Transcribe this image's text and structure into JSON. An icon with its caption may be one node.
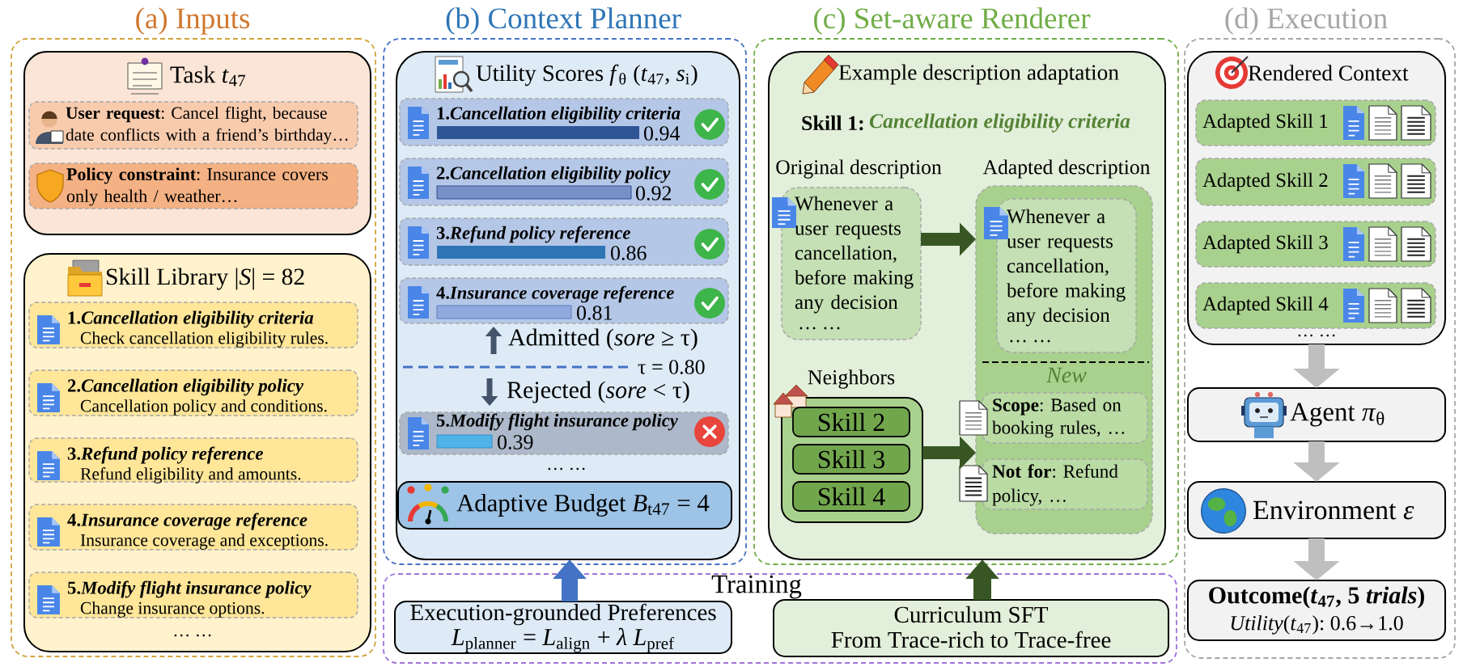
{
  "diagram": {
    "nodes": [
      {
        "text": [
          "(a) Inputs"
        ]
      },
      {
        "text": [
          "Task *t*$_{47}$"
        ],
        "in": 0
      },
      {
        "text": [
          "**User request**: Cancel flight, because date conflicts with a friend’s birthday…"
        ],
        "in": 1
      },
      {
        "text": [
          "**Policy constraint**: Insurance covers only health / weather…"
        ],
        "in": 1
      },
      {
        "text": [
          "Skill Library |*S*| = 82",
          "… …"
        ],
        "in": 0
      },
      {
        "text": [
          "1.*Cancellation eligibility criteria*",
          "Check cancellation eligibility rules."
        ],
        "in": 4
      },
      {
        "text": [
          "2.*Cancellation eligibility policy*",
          "Cancellation policy and conditions."
        ],
        "in": 4
      },
      {
        "text": [
          "3.*Refund policy reference*",
          "Refund eligibility and amounts."
        ],
        "in": 4
      },
      {
        "text": [
          "4.*Insurance coverage reference*",
          "Insurance coverage and exceptions."
        ],
        "in": 4
      },
      {
        "text": [
          "5.*Modify flight insurance policy*",
          "Change insurance options."
        ],
        "in": 4
      },
      {
        "text": [
          "(b) Context Planner"
        ]
      },
      {
        "text": [
          "Utility Scores *f*$_{θ}$ (*t*$_{47}$, *s*$_{i}$)",
          "… …"
        ],
        "in": 10
      },
      {
        "text": [
          "1.*Cancellation eligibility criteria*",
          "0.94"
        ],
        "in": 11
      },
      {
        "text": [
          "2.*Cancellation eligibility policy*",
          "0.92"
        ],
        "in": 11
      },
      {
        "text": [
          "3.*Refund policy reference*",
          "0.86"
        ],
        "in": 11
      },
      {
        "text": [
          "4.*Insurance coverage reference*",
          "0.81"
        ],
        "in": 11
      },
      {
        "text": [
          "5.*Modify flight insurance policy*",
          "0.39"
        ],
        "in": 11
      },
      {
        "text": [
          "Adaptive Budget *B*$_{t47}$ = 4"
        ],
        "in": 11
      },
      {
        "text": [
          "(c) Set-aware Renderer"
        ]
      },
      {
        "text": [
          "Example description adaptation",
          "Skill 1:",
          "Cancellation eligibility criteria"
        ],
        "in": 18
      },
      {
        "text": [
          "Original description",
          "Whenever a user requests cancellation, before making any decision",
          "… …"
        ],
        "in": 19
      },
      {
        "text": [
          "Adapted description",
          "New"
        ],
        "in": 19
      },
      {
        "text": [
          "Whenever a user requests cancellation, before making any decision",
          "… …"
        ],
        "in": 21
      },
      {
        "text": [
          "**Scope**: Based on booking rules, …"
        ],
        "in": 21
      },
      {
        "text": [
          "**Not for**: Refund policy, …"
        ],
        "in": 21
      },
      {
        "text": [
          "Neighbors"
        ],
        "in": 19
      },
      {
        "text": [
          "Skill 2"
        ],
        "in": 25
      },
      {
        "text": [
          "Skill 3"
        ],
        "in": 25
      },
      {
        "text": [
          "Skill 4"
        ],
        "in": 25
      },
      {
        "text": [
          "(d) Execution"
        ]
      },
      {
        "text": [
          "Rendered Context",
          "… …"
        ],
        "in": 29
      },
      {
        "text": [
          "Adapted Skill 1"
        ],
        "in": 30
      },
      {
        "text": [
          "Adapted Skill 2"
        ],
        "in": 30
      },
      {
        "text": [
          "Adapted Skill 3"
        ],
        "in": 30
      },
      {
        "text": [
          "Adapted Skill 4"
        ],
        "in": 30
      },
      {
        "text": [
          "Agent *π*$_{θ}$"
        ],
        "in": 29
      },
      {
        "text": [
          "Environment *ε*"
        ],
        "in": 29
      },
      {
        "text": [
          "Outcome(*t*$_{47}$, 5 *trials*)",
          "*Utility*(*t*$_{47}$): 0.6→1.0"
        ],
        "in": 29
      },
      {
        "text": [
          "Training"
        ]
      },
      {
        "text": [
          "Execution-grounded Preferences",
          "*L*$_{planner}$ = *L*$_{align}$ + *λ* *L*$_{pref}$"
        ],
        "in": 38
      },
      {
        "text": [
          "Curriculum SFT",
          "From Trace-rich to Trace-free"
        ],
        "in": 38
      }
    ],
    "edges": [
      {
        "from": 39,
        "to": 11,
        "arrow": "to",
        "color": "#4472c4"
      },
      {
        "from": 20,
        "to": 21,
        "arrow": "to",
        "color": "#375623"
      },
      {
        "from": 25,
        "to": 21,
        "arrow": "to",
        "color": "#375623"
      },
      {
        "from": 40,
        "to": 19,
        "arrow": "to",
        "color": "#375623"
      },
      {
        "from": 30,
        "to": 35,
        "arrow": "to",
        "color": "#bfbfbf"
      },
      {
        "from": 35,
        "to": 36,
        "arrow": "to",
        "color": "#bfbfbf"
      },
      {
        "from": 36,
        "to": 37,
        "arrow": "to",
        "color": "#bfbfbf"
      }
    ],
    "labels": [
      "Admitted (*sore* ≥ τ)",
      "τ = 0.80",
      "Rejected (*sore* < τ)"
    ]
  }
}
